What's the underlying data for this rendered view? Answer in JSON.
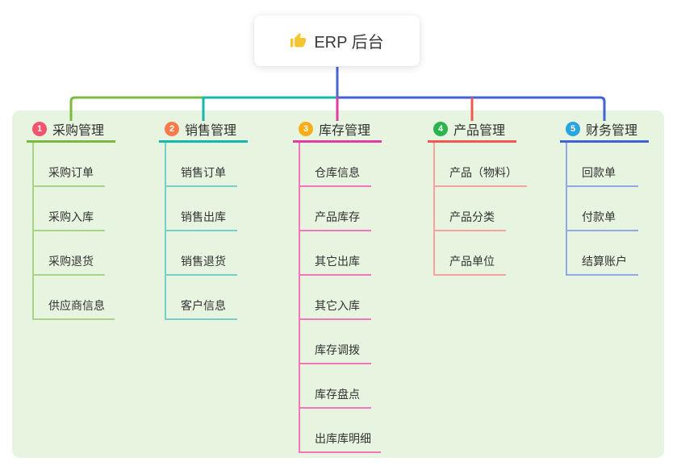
{
  "root": {
    "label": "ERP 后台",
    "icon": "thumbs-up"
  },
  "colors": {
    "canvas_bg": "#e6f4e0",
    "root_connector": "#4a67cf",
    "branch_lines": [
      "#7cb93f",
      "#14b8af",
      "#e03da2",
      "#f4574f",
      "#4062d6"
    ],
    "child_lines": [
      "#a9d387",
      "#76d0c9",
      "#f275bd",
      "#f8a39d",
      "#93a7e6"
    ],
    "badges": [
      "#f4536b",
      "#f87c4b",
      "#fbad17",
      "#2cb44e",
      "#29a6e2"
    ],
    "thumb_icon": "#f5c431"
  },
  "branches": [
    {
      "num": "1",
      "label": "采购管理",
      "children": [
        "采购订单",
        "采购入库",
        "采购退货",
        "供应商信息"
      ]
    },
    {
      "num": "2",
      "label": "销售管理",
      "children": [
        "销售订单",
        "销售出库",
        "销售退货",
        "客户信息"
      ]
    },
    {
      "num": "3",
      "label": "库存管理",
      "children": [
        "仓库信息",
        "产品库存",
        "其它出库",
        "其它入库",
        "库存调拨",
        "库存盘点",
        "出库库明细"
      ]
    },
    {
      "num": "4",
      "label": "产品管理",
      "children": [
        "产品（物料）",
        "产品分类",
        "产品单位"
      ]
    },
    {
      "num": "5",
      "label": "财务管理",
      "children": [
        "回款单",
        "付款单",
        "结算账户"
      ]
    }
  ]
}
